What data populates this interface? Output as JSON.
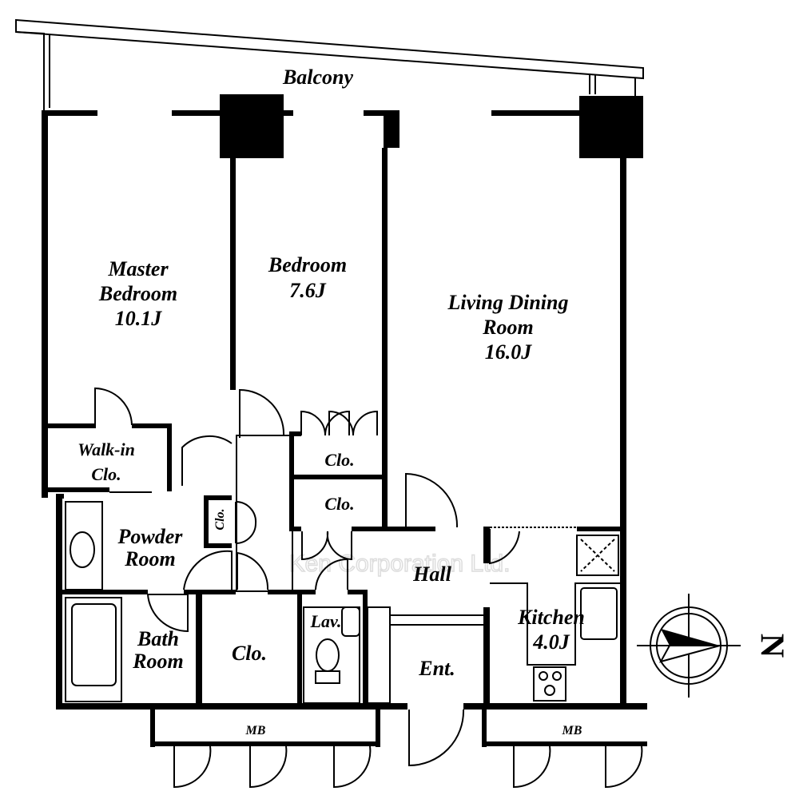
{
  "rooms": {
    "balcony": "Balcony",
    "master_bedroom": {
      "line1": "Master",
      "line2": "Bedroom",
      "size": "10.1J"
    },
    "bedroom": {
      "line1": "Bedroom",
      "size": "7.6J"
    },
    "living": {
      "line1": "Living Dining",
      "line2": "Room",
      "size": "16.0J"
    },
    "walkin": {
      "line1": "Walk-in",
      "line2": "Clo."
    },
    "clo_upper": "Clo.",
    "clo_lower": "Clo.",
    "clo_small": "Clo.",
    "powder": {
      "line1": "Powder",
      "line2": "Room"
    },
    "hall": "Hall",
    "kitchen": {
      "line1": "Kitchen",
      "size": "4.0J"
    },
    "bath": {
      "line1": "Bath",
      "line2": "Room"
    },
    "clo_bottom": "Clo.",
    "lav": "Lav.",
    "entrance": "Ent.",
    "mb_left": "MB",
    "mb_right": "MB"
  },
  "compass": {
    "north_label": "N"
  },
  "watermark": "Ken Corporation Ltd."
}
